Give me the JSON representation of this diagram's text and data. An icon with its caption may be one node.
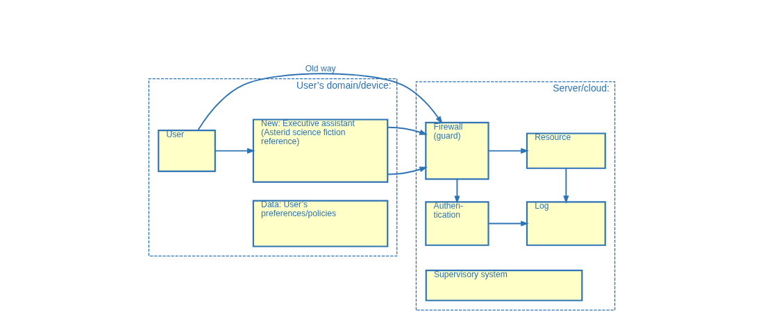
{
  "diagram": {
    "nodes": [
      {
        "text": [
          "User’s domain/device:"
        ]
      },
      {
        "text": [
          "User"
        ],
        "in": 0
      },
      {
        "text": [
          "New: Executive assistant (Asterid science fiction reference)"
        ],
        "in": 0
      },
      {
        "text": [
          "Data: User’s preferences/policies"
        ],
        "in": 0
      },
      {
        "text": [
          "Server/cloud:"
        ]
      },
      {
        "text": [
          "Firewall (guard)"
        ],
        "in": 4
      },
      {
        "text": [
          "Resource"
        ],
        "in": 4
      },
      {
        "text": [
          "Authen- tication"
        ],
        "in": 4
      },
      {
        "text": [
          "Log"
        ],
        "in": 4
      },
      {
        "text": [
          "Supervisory system"
        ],
        "in": 4
      }
    ],
    "edges": [
      {
        "from": 1,
        "to": 5,
        "arrow": "to",
        "label": "Old way"
      },
      {
        "from": 1,
        "to": 2,
        "arrow": "to"
      },
      {
        "from": 2,
        "to": 5,
        "arrow": "to"
      },
      {
        "from": 5,
        "to": 6,
        "arrow": "to"
      },
      {
        "from": 5,
        "to": 7,
        "arrow": "to"
      },
      {
        "from": 6,
        "to": 8,
        "arrow": "to"
      },
      {
        "from": 7,
        "to": 8,
        "arrow": "to"
      }
    ]
  }
}
